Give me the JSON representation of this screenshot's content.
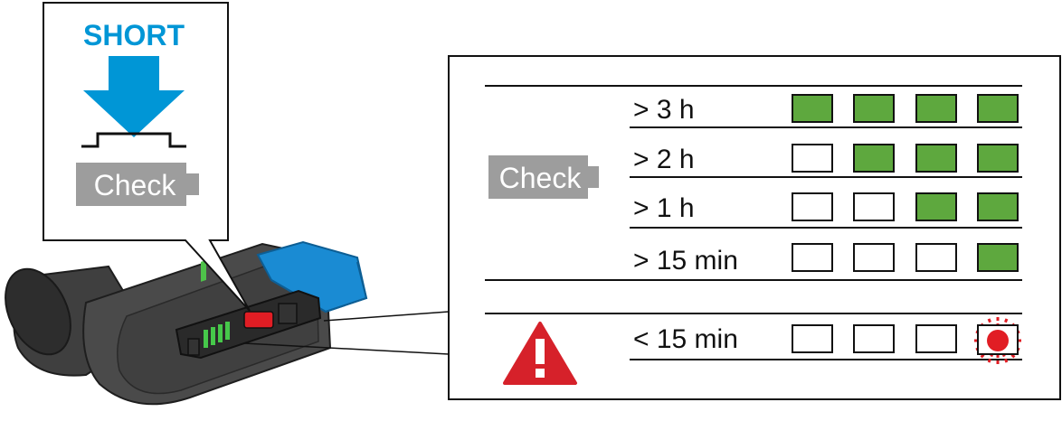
{
  "callout": {
    "mode_label": "SHORT",
    "check_label": "Check"
  },
  "legend": {
    "check_label": "Check",
    "rows": [
      {
        "label": "> 3 h",
        "segments": [
          "on",
          "on",
          "on",
          "on"
        ]
      },
      {
        "label": "> 2 h",
        "segments": [
          "off",
          "on",
          "on",
          "on"
        ]
      },
      {
        "label": "> 1 h",
        "segments": [
          "off",
          "off",
          "on",
          "on"
        ]
      },
      {
        "label": "> 15 min",
        "segments": [
          "off",
          "off",
          "off",
          "on"
        ]
      }
    ],
    "warning_row": {
      "label": "< 15 min",
      "segments": [
        "off",
        "off",
        "off",
        "blink-red"
      ]
    }
  },
  "colors": {
    "accent_blue": "#0096d6",
    "led_green": "#5ea83e",
    "led_red": "#e11d24",
    "check_gray": "#9d9d9d",
    "device_dark": "#3a3a3a",
    "warning_red": "#d6212a"
  },
  "icons": [
    "arrow-down-icon",
    "button-press-icon",
    "battery-check-icon",
    "warning-icon",
    "blinking-led-icon"
  ]
}
